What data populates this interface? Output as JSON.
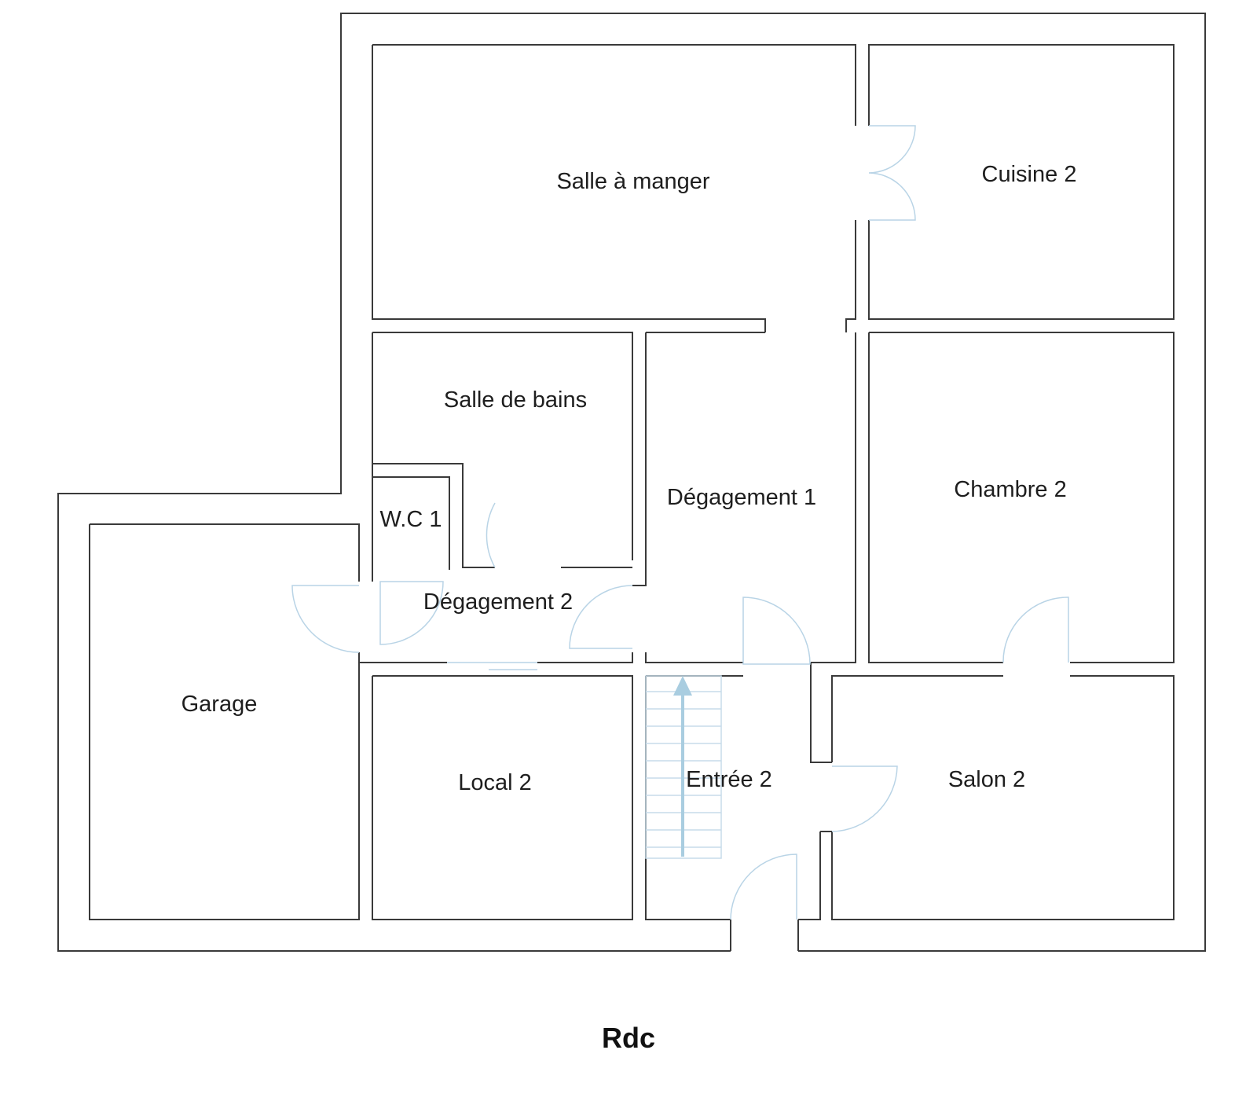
{
  "floor_title": "Rdc",
  "rooms": [
    {
      "id": "salle-a-manger",
      "label": "Salle à manger"
    },
    {
      "id": "cuisine-2",
      "label": "Cuisine 2"
    },
    {
      "id": "salle-de-bains",
      "label": "Salle de bains"
    },
    {
      "id": "degagement-1",
      "label": "Dégagement 1"
    },
    {
      "id": "chambre-2",
      "label": "Chambre 2"
    },
    {
      "id": "wc-1",
      "label": "W.C 1"
    },
    {
      "id": "degagement-2",
      "label": "Dégagement 2"
    },
    {
      "id": "garage",
      "label": "Garage"
    },
    {
      "id": "local-2",
      "label": "Local 2"
    },
    {
      "id": "entree-2",
      "label": "Entrée 2"
    },
    {
      "id": "salon-2",
      "label": "Salon 2"
    }
  ],
  "colors": {
    "wall": "#3a3a3a",
    "door": "#b9d4e6",
    "stair_arrow": "#a9cde0"
  }
}
